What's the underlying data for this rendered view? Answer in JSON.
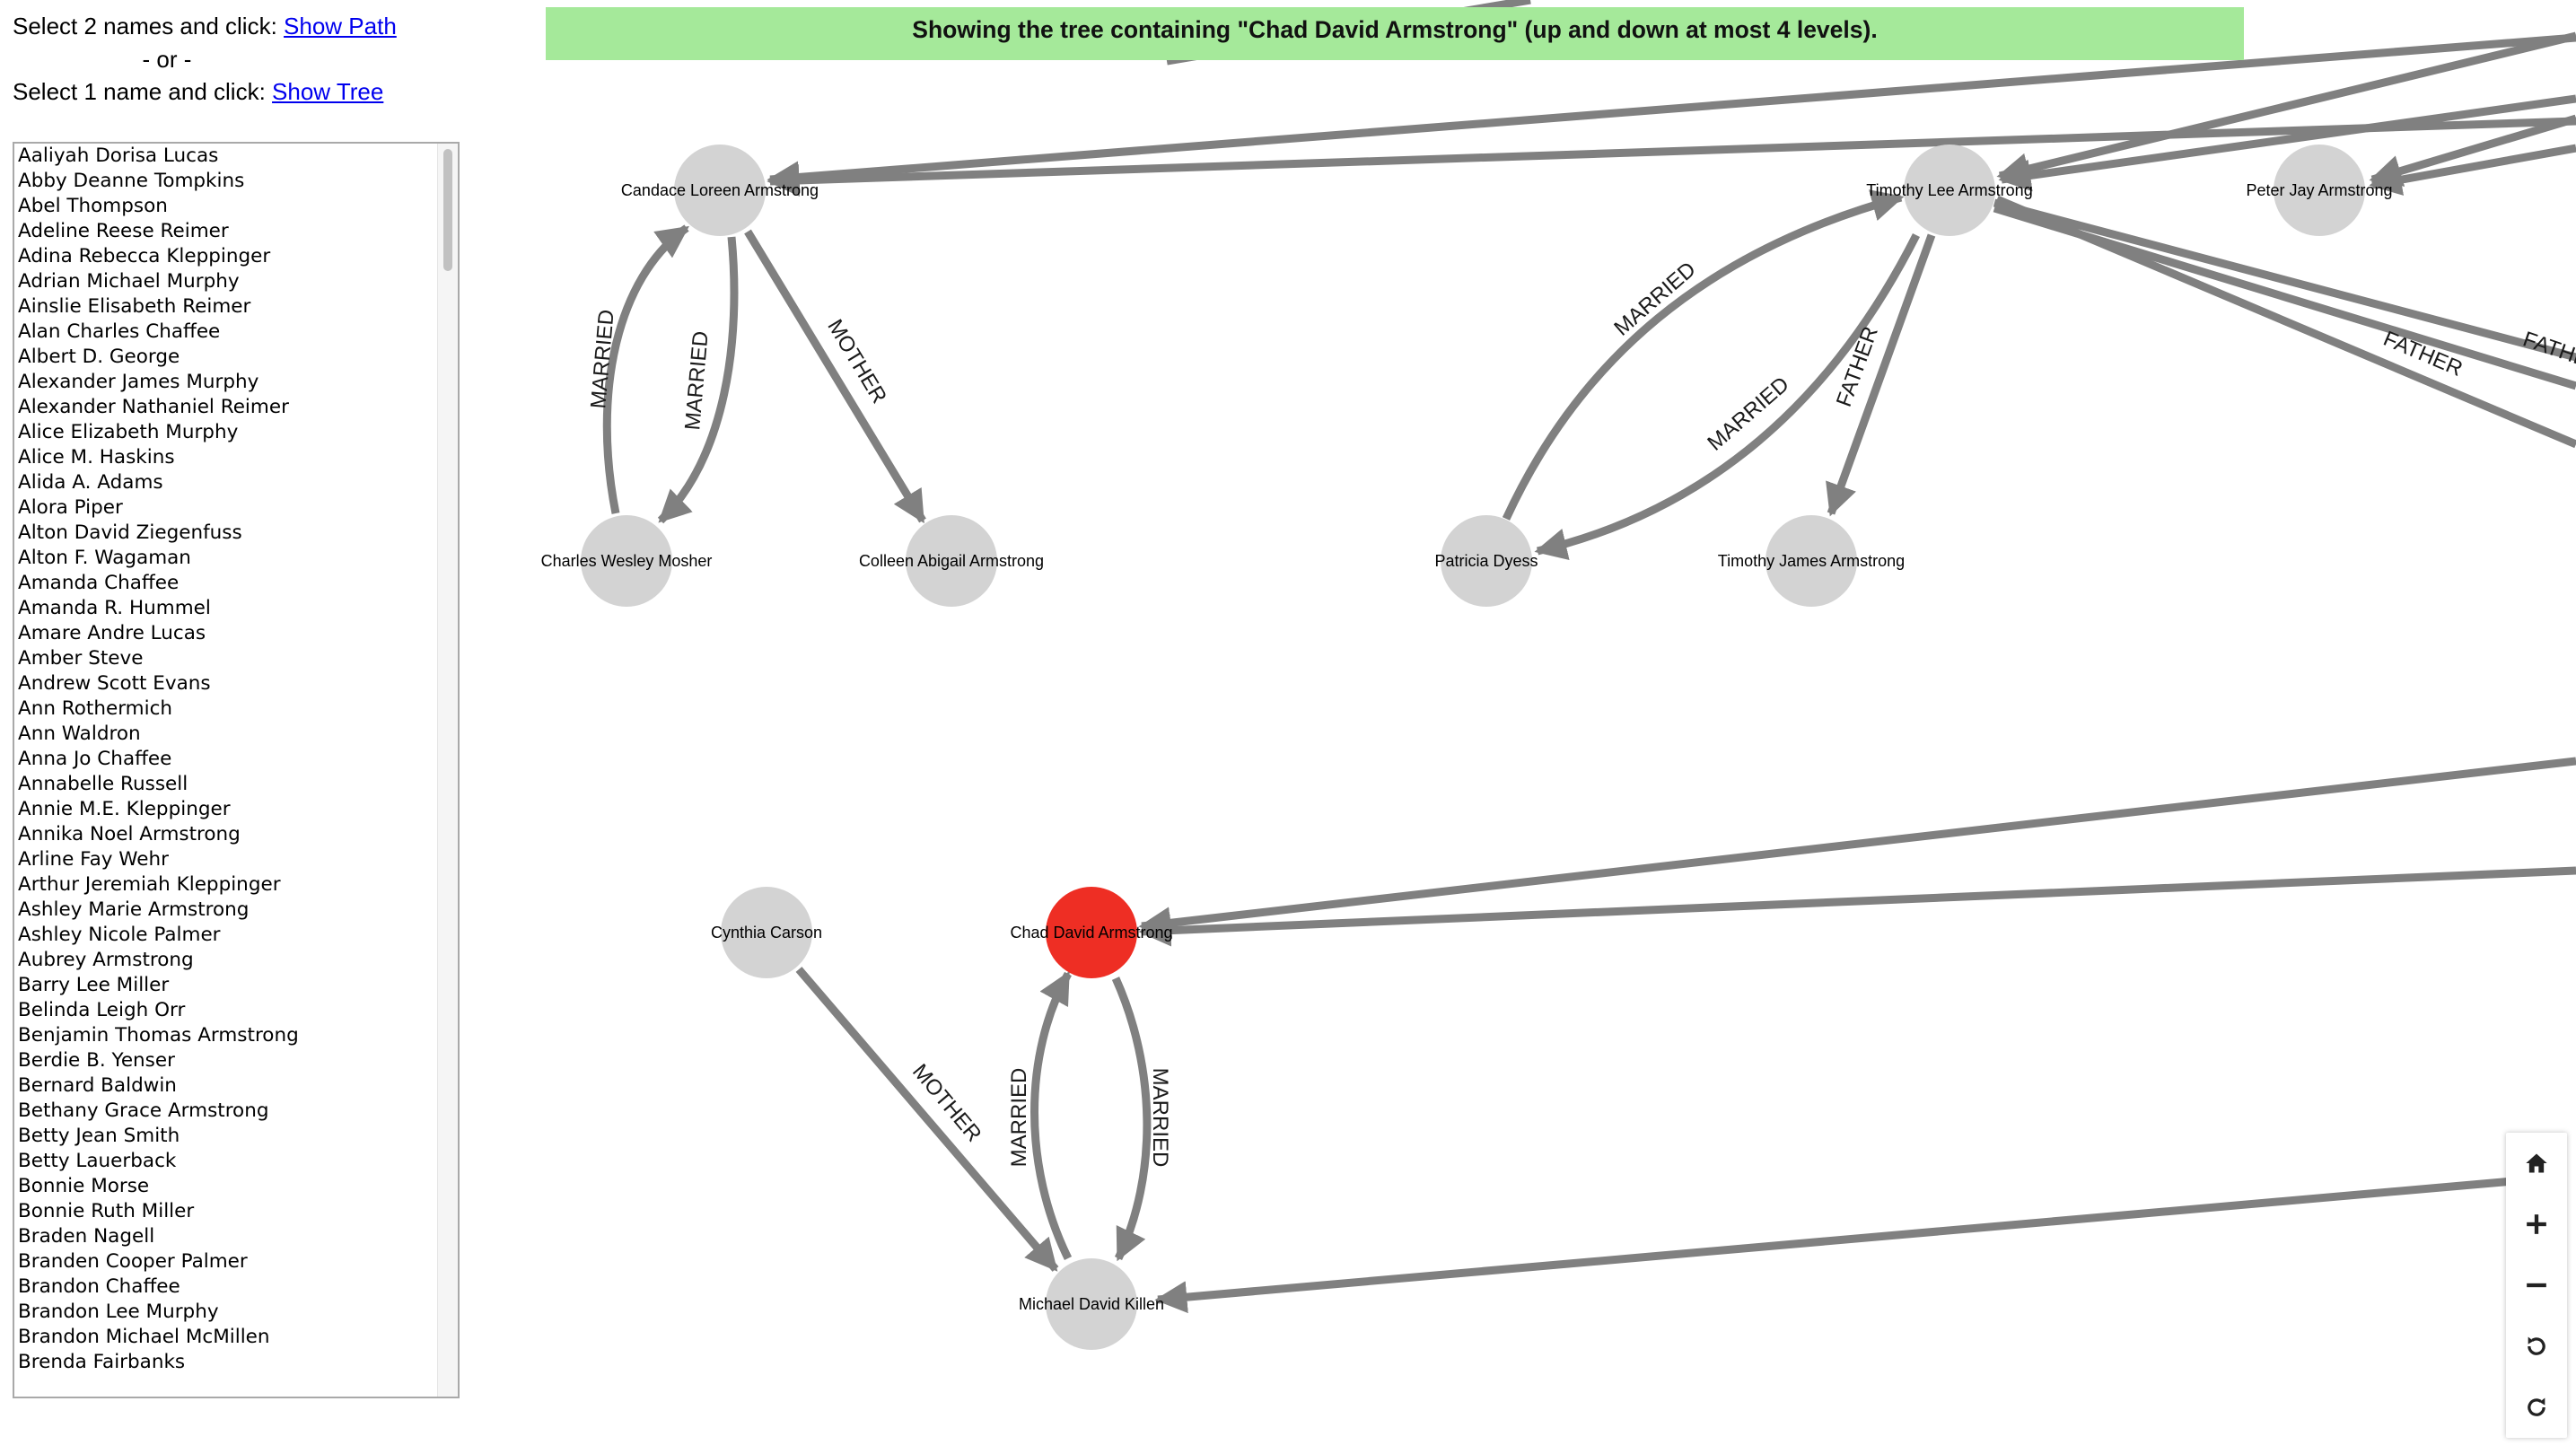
{
  "sidebar": {
    "line1_prefix": "Select 2 names and click: ",
    "show_path_link": "Show Path",
    "or_text": "- or -",
    "line3_prefix": "Select 1 name and click: ",
    "show_tree_link": "Show Tree",
    "names": [
      "Aaliyah Dorisa Lucas",
      "Abby Deanne Tompkins",
      "Abel Thompson",
      "Adeline Reese Reimer",
      "Adina Rebecca Kleppinger",
      "Adrian Michael Murphy",
      "Ainslie Elisabeth Reimer",
      "Alan Charles Chaffee",
      "Albert D. George",
      "Alexander James Murphy",
      "Alexander Nathaniel Reimer",
      "Alice Elizabeth Murphy",
      "Alice M. Haskins",
      "Alida A. Adams",
      "Alora Piper",
      "Alton David Ziegenfuss",
      "Alton F. Wagaman",
      "Amanda Chaffee",
      "Amanda R. Hummel",
      "Amare Andre Lucas",
      "Amber Steve",
      "Andrew Scott Evans",
      "Ann Rothermich",
      "Ann Waldron",
      "Anna Jo Chaffee",
      "Annabelle Russell",
      "Annie M.E. Kleppinger",
      "Annika Noel Armstrong",
      "Arline Fay Wehr",
      "Arthur Jeremiah Kleppinger",
      "Ashley Marie Armstrong",
      "Ashley Nicole Palmer",
      "Aubrey Armstrong",
      "Barry Lee Miller",
      "Belinda Leigh Orr",
      "Benjamin Thomas Armstrong",
      "Berdie B. Yenser",
      "Bernard Baldwin",
      "Bethany Grace Armstrong",
      "Betty Jean Smith",
      "Betty Lauerback",
      "Bonnie Morse",
      "Bonnie Ruth Miller",
      "Braden Nagell",
      "Branden Cooper Palmer",
      "Brandon Chaffee",
      "Brandon Lee Murphy",
      "Brandon Michael McMillen",
      "Brenda Fairbanks"
    ]
  },
  "banner": {
    "text": "Showing the tree containing \"Chad David Armstrong\" (up and down at most 4 levels).",
    "color": "#a5e99a"
  },
  "graph": {
    "node_color": "#d3d3d3",
    "selected_node_color": "#ee2e24",
    "edge_color": "#808080",
    "nodes": {
      "candace": "Candace Loreen Armstrong",
      "timothy_lee": "Timothy Lee Armstrong",
      "peter": "Peter Jay Armstrong",
      "charles": "Charles Wesley Mosher",
      "colleen": "Colleen Abigail Armstrong",
      "patricia": "Patricia Dyess",
      "timothy_james": "Timothy James Armstrong",
      "cynthia": "Cynthia Carson",
      "chad": "Chad David Armstrong",
      "michael": "Michael David Killen"
    },
    "edge_labels": {
      "married": "MARRIED",
      "mother": "MOTHER",
      "father": "FATHER",
      "father_partial": "FATHE"
    }
  },
  "toolbar": {
    "buttons": [
      "home-icon",
      "zoom-in-icon",
      "zoom-out-icon",
      "undo-icon",
      "redo-icon"
    ]
  }
}
